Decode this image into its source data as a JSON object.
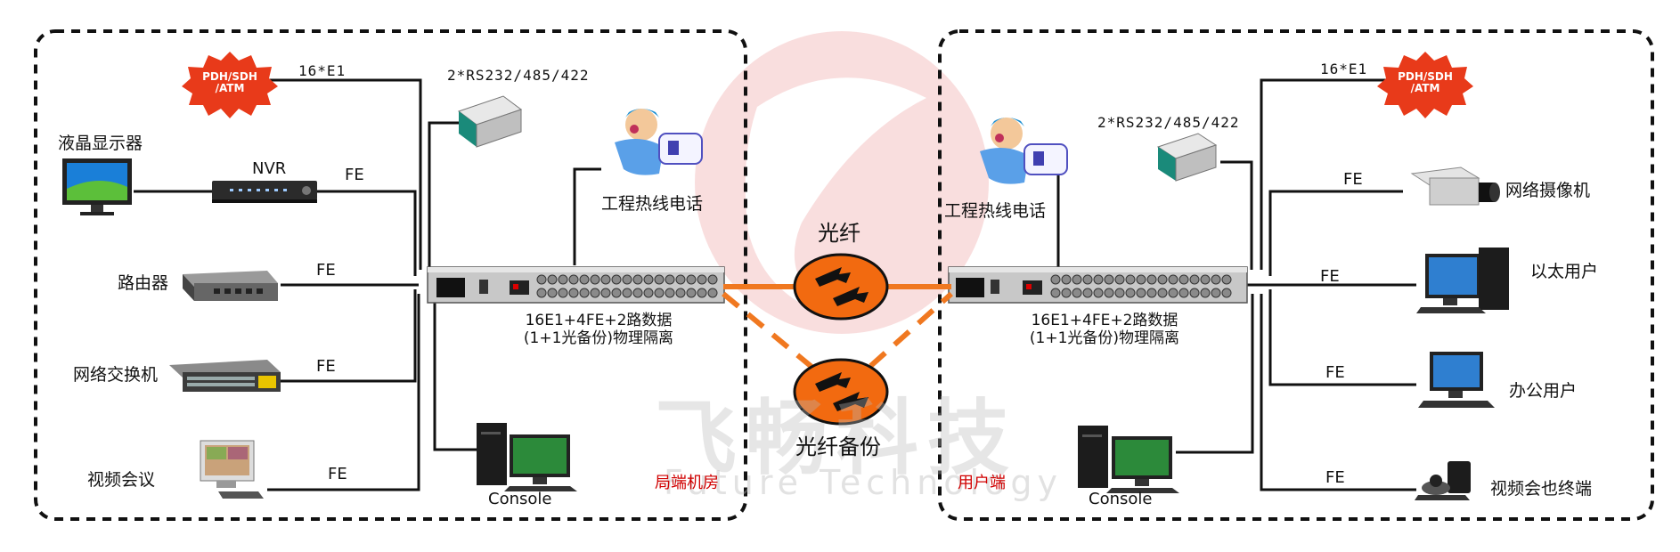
{
  "left_site": {
    "label": "局端机房",
    "pdh_burst": "PDH/SDH\n/ATM",
    "e1_label": "16*E1",
    "serial_label": "2*RS232/485/422",
    "phone_label": "工程热线电话",
    "lcd_label": "液晶显示器",
    "nvr_label": "NVR",
    "router_label": "路由器",
    "switch_label": "网络交换机",
    "video_conf_label": "视频会议",
    "fe1": "FE",
    "fe2": "FE",
    "fe3": "FE",
    "fe4": "FE",
    "device_line1": "16E1+4FE+2路数据",
    "device_line2": "(1+1光备份)物理隔离",
    "console_label": "Console"
  },
  "right_site": {
    "label": "用户端",
    "pdh_burst": "PDH/SDH\n/ATM",
    "e1_label": "16*E1",
    "serial_label": "2*RS232/485/422",
    "phone_label": "工程热线电话",
    "camera_label": "网络摄像机",
    "ethernet_label": "以太用户",
    "office_label": "办公用户",
    "video_term_label": "视频会也终端",
    "fe1": "FE",
    "fe2": "FE",
    "fe3": "FE",
    "fe4": "FE",
    "device_line1": "16E1+4FE+2路数据",
    "device_line2": "(1+1光备份)物理隔离",
    "console_label": "Console"
  },
  "link": {
    "fiber_label": "光纤",
    "backup_label": "光纤备份"
  },
  "watermark": {
    "cn": "飞畅科技",
    "en": "Future Technology"
  },
  "colors": {
    "fiber": "#f07820",
    "node_fill": "#f26a10",
    "burst": "#e83a1a",
    "site_label": "#d00000"
  }
}
